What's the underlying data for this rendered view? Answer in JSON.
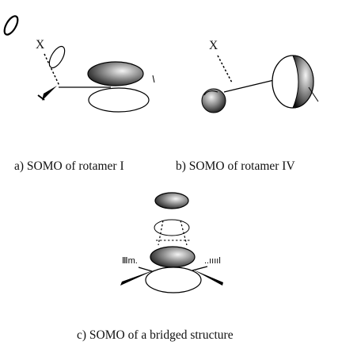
{
  "figure": {
    "atom_label": "X",
    "captions": {
      "a": "a) SOMO of rotamer I",
      "b": "b) SOMO of rotamer IV",
      "c": "c) SOMO of a bridged structure"
    }
  }
}
